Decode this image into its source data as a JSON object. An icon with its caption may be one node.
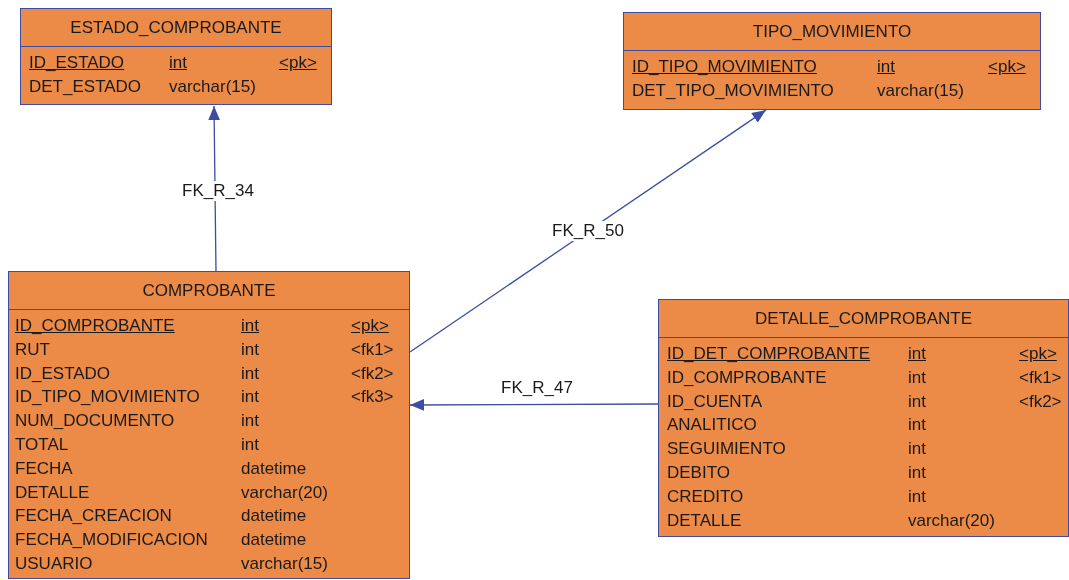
{
  "diagram": {
    "nodes": [
      {
        "text": [
          "ESTADO_COMPROBANTE",
          "ID_ESTADO int <pk>",
          "DET_ESTADO varchar(15)"
        ]
      },
      {
        "text": [
          "TIPO_MOVIMIENTO",
          "ID_TIPO_MOVIMIENTO int <pk>",
          "DET_TIPO_MOVIMIENTO varchar(15)"
        ]
      },
      {
        "text": [
          "COMPROBANTE",
          "ID_COMPROBANTE int <pk>",
          "RUT int <fk1>",
          "ID_ESTADO int <fk2>",
          "ID_TIPO_MOVIMIENTO int <fk3>",
          "NUM_DOCUMENTO int",
          "TOTAL int",
          "FECHA datetime",
          "DETALLE varchar(20)",
          "FECHA_CREACION datetime",
          "FECHA_MODIFICACION datetime",
          "USUARIO varchar(15)"
        ]
      },
      {
        "text": [
          "DETALLE_COMPROBANTE",
          "ID_DET_COMPROBANTE int <pk>",
          "ID_COMPROBANTE int <fk1>",
          "ID_CUENTA int <fk2>",
          "ANALITICO int",
          "SEGUIMIENTO int",
          "DEBITO int",
          "CREDITO int",
          "DETALLE varchar(20)"
        ]
      }
    ],
    "edges": [
      {
        "from": 2,
        "to": 0,
        "arrow": "to",
        "label": "FK_R_34"
      },
      {
        "from": 2,
        "to": 1,
        "arrow": "to",
        "label": "FK_R_50"
      },
      {
        "from": 3,
        "to": 2,
        "arrow": "to",
        "label": "FK_R_47"
      }
    ]
  }
}
